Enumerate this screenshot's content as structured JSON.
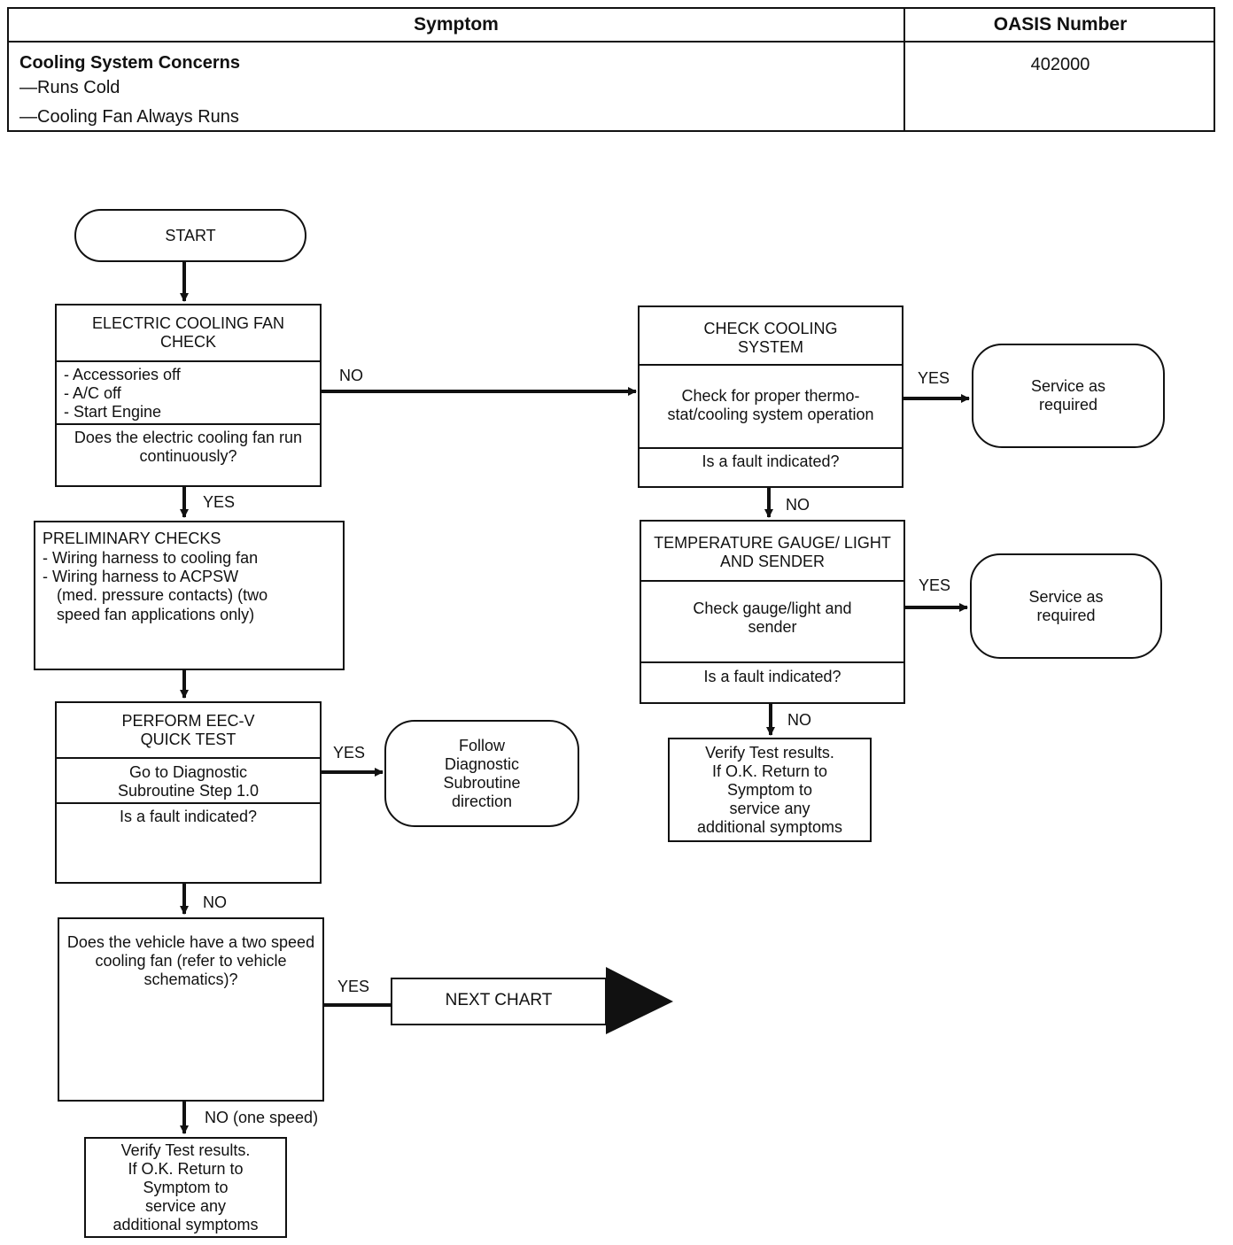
{
  "table": {
    "col_symptom": "Symptom",
    "col_oasis": "OASIS Number",
    "symptom_title": "Cooling System Concerns",
    "symptom_items": [
      "—Runs Cold",
      "—Cooling Fan Always Runs"
    ],
    "oasis_number": "402000"
  },
  "nodes": {
    "start": "START",
    "fan_check": {
      "title": "ELECTRIC COOLING FAN CHECK",
      "steps": [
        "- Accessories off",
        "- A/C off",
        "- Start Engine"
      ],
      "question": "Does the electric cooling fan run continuously?"
    },
    "preliminary": {
      "title": "PRELIMINARY CHECKS",
      "items": [
        "- Wiring harness to cooling fan",
        "- Wiring harness to ACPSW",
        "(med. pressure contacts) (two",
        "speed fan applications only)"
      ]
    },
    "quick_test": {
      "title": "PERFORM EEC-V QUICK TEST",
      "action": "Go to Diagnostic Subroutine Step 1.0",
      "question": "Is a fault indicated?"
    },
    "follow_diag": "Follow Diagnostic Subroutine direction",
    "two_speed": "Does the vehicle have a two speed cooling fan (refer to vehicle schematics)?",
    "next_chart": "NEXT CHART",
    "verify_left": [
      "Verify Test results.",
      "If O.K. Return to",
      "Symptom to",
      "service any",
      "additional symptoms"
    ],
    "check_cooling": {
      "title": "CHECK COOLING SYSTEM",
      "action": "Check for proper thermo- stat/cooling system operation",
      "question": "Is a fault indicated?"
    },
    "service1": "Service as required",
    "temp_gauge": {
      "title": "TEMPERATURE GAUGE/ LIGHT AND SENDER",
      "action": "Check gauge/light and sender",
      "question": "Is a fault indicated?"
    },
    "service2": "Service as required",
    "verify_right": [
      "Verify Test results.",
      "If O.K. Return to",
      "Symptom to",
      "service any",
      "additional symptoms"
    ]
  },
  "edges": {
    "yes": "YES",
    "no": "NO",
    "no_one_speed": "NO (one speed)"
  }
}
